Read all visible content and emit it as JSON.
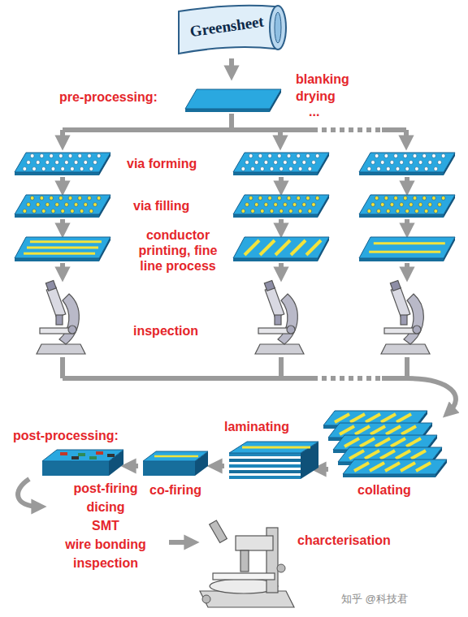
{
  "diagram": {
    "nodes": [
      {
        "text": [
          "Greensheet"
        ]
      }
    ],
    "labels": [
      "pre-processing:",
      "blanking",
      "drying",
      "...",
      "via forming",
      "via filling",
      "conductor printing, fine line process",
      "inspection",
      "laminating",
      "collating",
      "post-processing:",
      "co-firing",
      "post-firing",
      "dicing",
      "SMT",
      "wire bonding",
      "inspection",
      "charcterisation",
      "知乎 @科技君"
    ]
  }
}
